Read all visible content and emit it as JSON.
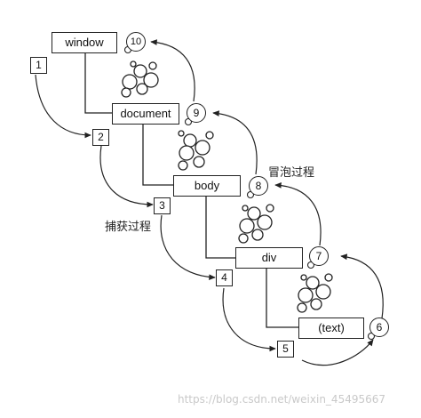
{
  "diagram": {
    "nodes": {
      "window": "window",
      "document": "document",
      "body": "body",
      "div": "div",
      "text": "(text)"
    },
    "capture_steps": [
      "1",
      "2",
      "3",
      "4",
      "5"
    ],
    "bubble_steps": [
      "6",
      "7",
      "8",
      "9",
      "10"
    ],
    "capture_label": "捕获过程",
    "bubble_label": "冒泡过程",
    "watermark": "https://blog.csdn.net/weixin_45495667"
  }
}
